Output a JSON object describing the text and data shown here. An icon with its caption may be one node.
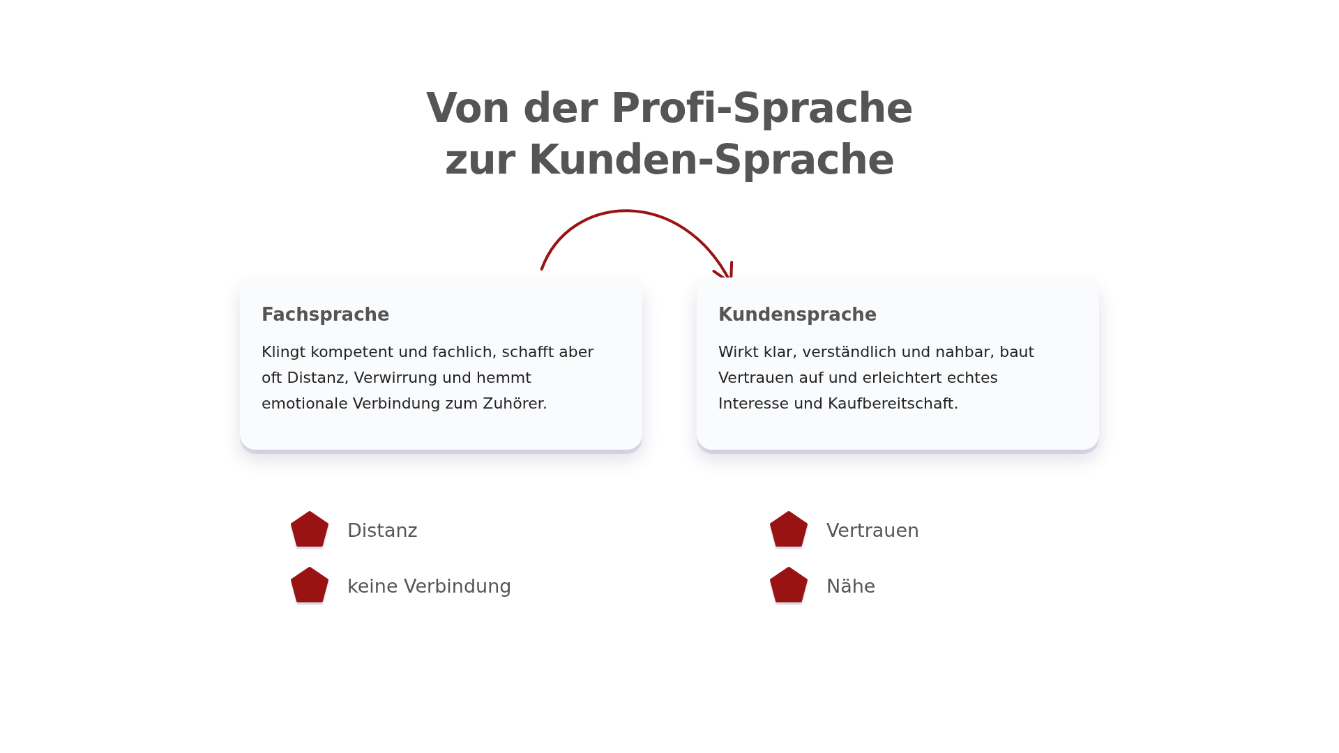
{
  "diagram": {
    "title": "Von der Profi-Sprache zur Kunden-Sprache",
    "nodes": [
      {
        "text": [
          "Fachsprache",
          "Klingt kompetent und fachlich, schafft aber oft Distanz, Verwirrung und hemmt emotionale Verbindung zum Zuhörer."
        ]
      },
      {
        "text": [
          "Kundensprache",
          "Wirkt klar, verständlich und nahbar, baut Vertrauen auf und erleichtert echtes Interesse und Kaufbereitschaft."
        ]
      }
    ],
    "edges": [
      {
        "from": 0,
        "to": 1,
        "arrow": "to"
      }
    ],
    "labels": [
      "Distanz",
      "Vertrauen",
      "keine Verbindung",
      "Nähe"
    ]
  }
}
